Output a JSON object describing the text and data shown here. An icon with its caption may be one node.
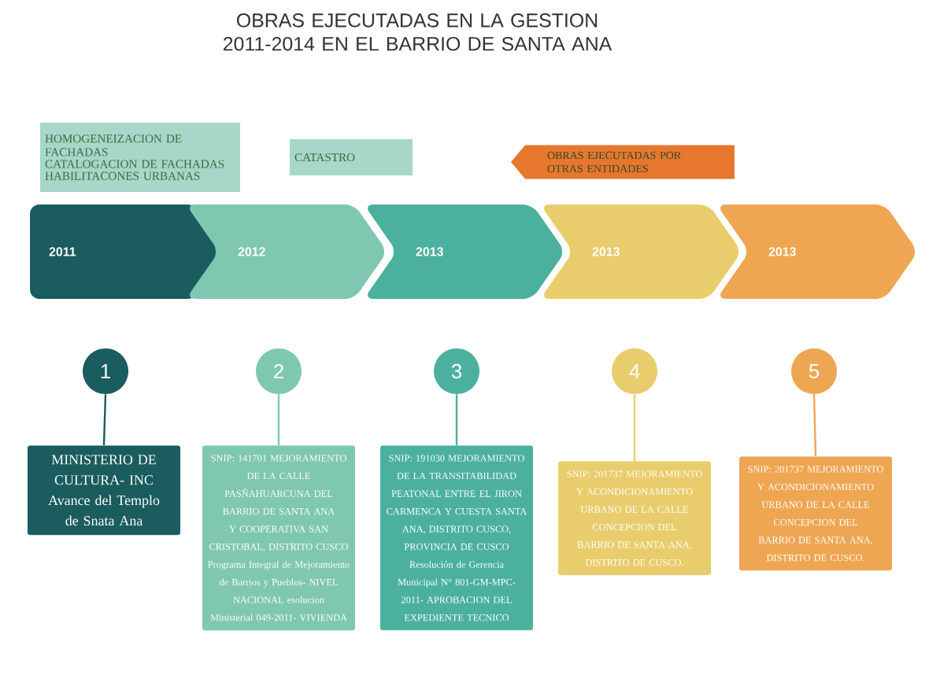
{
  "diagram": {
    "title": "OBRAS EJECUTADAS EN LA GESTION 2011-2014 EN EL BARRIO DE SANTA ANA",
    "nodes": [
      {
        "text": [
          "HOMOGENEIZACION DE FACHADAS",
          "CATALOGACION DE FACHADAS",
          "HABILITACONES URBANAS"
        ]
      },
      {
        "text": [
          "CATASTRO"
        ]
      },
      {
        "text": [
          "OBRAS EJECUTADAS POR OTRAS ENTIDADES"
        ]
      },
      {
        "text": [
          "2011"
        ]
      },
      {
        "text": [
          "2012"
        ]
      },
      {
        "text": [
          "2013"
        ]
      },
      {
        "text": [
          "2013"
        ]
      },
      {
        "text": [
          "2013"
        ]
      },
      {
        "text": [
          "1"
        ]
      },
      {
        "text": [
          "2"
        ]
      },
      {
        "text": [
          "3"
        ]
      },
      {
        "text": [
          "4"
        ]
      },
      {
        "text": [
          "5"
        ]
      },
      {
        "text": [
          "MINISTERIO DE CULTURA- INC",
          "Avance del Templo de Snata Ana"
        ]
      },
      {
        "text": [
          "SNIP: 141701 MEJORAMIENTO DE LA CALLE PASÑAHUARCUNA DEL BARRIO DE SANTA ANA Y COOPERATIVA SAN CRISTOBAL, DISTRITO CUSCO",
          "Programa Integral de Mejoramiento de Barrios y Pueblos- NIVEL NACIONAL esolucion Ministerial 049-2011- VIVIENDA"
        ]
      },
      {
        "text": [
          "SNIP: 191030 MEJORAMIENTO DE LA TRANSITABILIDAD PEATONAL ENTRE EL JIRON CARMENCA Y CUESTA SANTA ANA, DISTRITO CUSCO, PROVINCIA DE CUSCO",
          "Resolución de Gerencia Municipal N° 801-GM-MPC- 2011- APROBACION DEL EXPEDIENTE TECNICO"
        ]
      },
      {
        "text": [
          "SNIP: 201737 MEJORAMIENTO Y ACONDICIONAMIENTO URBANO DE LA CALLE CONCEPCION DEL BARRIO DE SANTA ANA, DISTRITO DE CUSCO."
        ]
      },
      {
        "text": [
          "SNIP: 201737 MEJORAMIENTO Y ACONDICIONAMIENTO URBANO DE LA CALLE CONCEPCION DEL BARRIO DE SANTA ANA, DISTRITO DE CUSCO."
        ]
      }
    ],
    "edges": [
      {
        "from": 8,
        "to": 13,
        "arrow": "none",
        "color": "#1b5c5e"
      },
      {
        "from": 9,
        "to": 14,
        "arrow": "none",
        "color": "#7fc7b0"
      },
      {
        "from": 10,
        "to": 15,
        "arrow": "none",
        "color": "#4cb09e"
      },
      {
        "from": 11,
        "to": 16,
        "arrow": "none",
        "color": "#e9cd6c"
      },
      {
        "from": 12,
        "to": 17,
        "arrow": "none",
        "color": "#eea653"
      }
    ]
  }
}
